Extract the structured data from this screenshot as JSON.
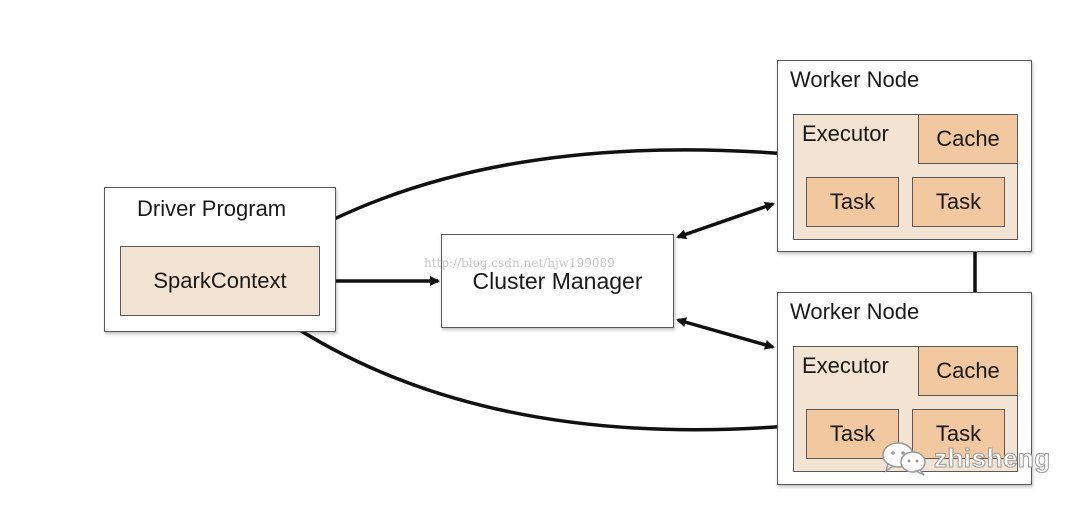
{
  "driver": {
    "title": "Driver Program",
    "context_label": "SparkContext"
  },
  "cluster_manager": {
    "label": "Cluster Manager"
  },
  "worker_nodes": [
    {
      "title": "Worker Node",
      "executor_label": "Executor",
      "cache_label": "Cache",
      "tasks": [
        "Task",
        "Task"
      ]
    },
    {
      "title": "Worker Node",
      "executor_label": "Executor",
      "cache_label": "Cache",
      "tasks": [
        "Task",
        "Task"
      ]
    }
  ],
  "watermarks": {
    "url": "http://blog.csdn.net/hjw199089",
    "brand": "zhisheng",
    "brand_icon": "wechat-icon"
  },
  "colors": {
    "inner_fill": "#f3e3d2",
    "task_fill": "#f1c8a0",
    "border": "#5a5a5a",
    "arrow": "#111111"
  }
}
